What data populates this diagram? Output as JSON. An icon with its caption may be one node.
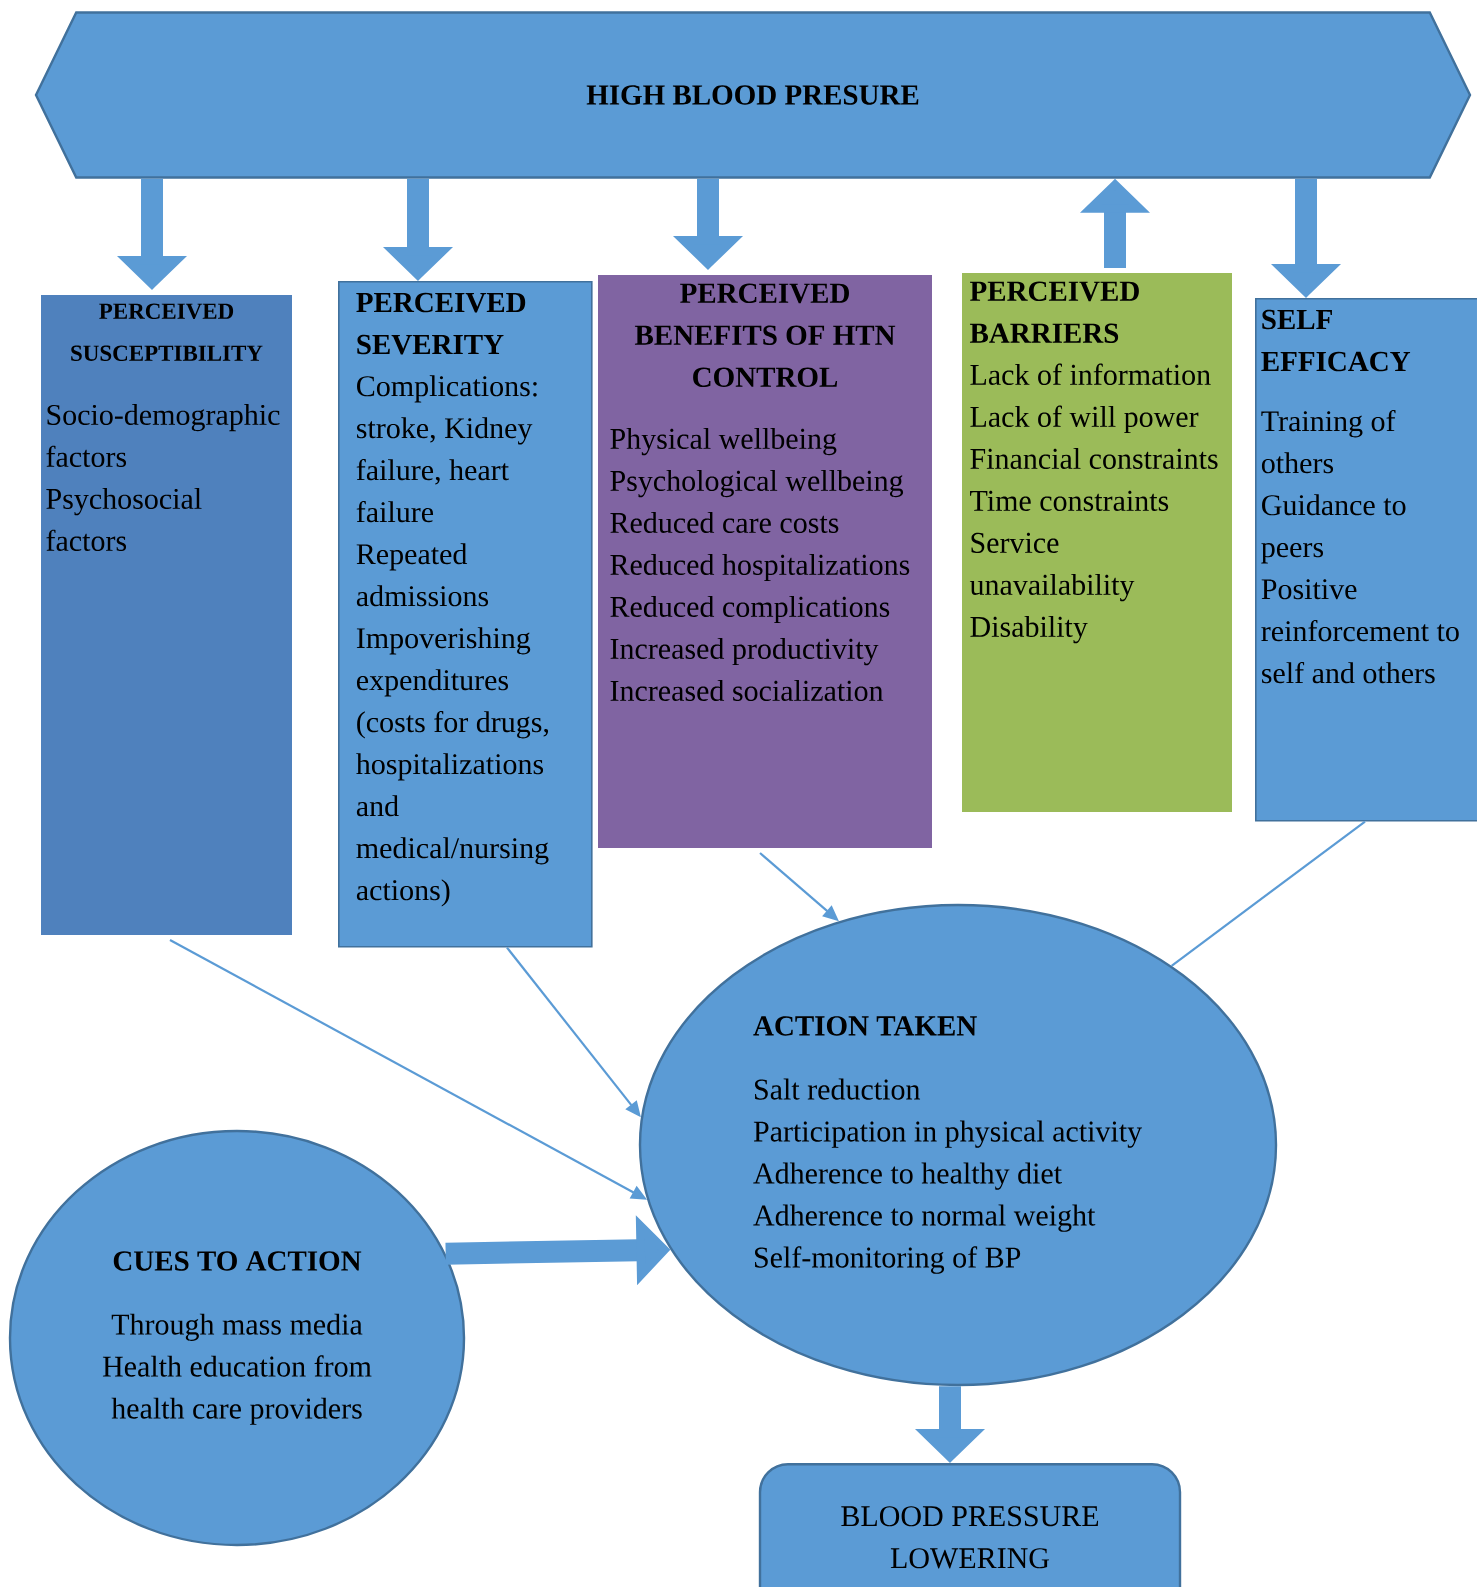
{
  "diagram": {
    "nodes": [
      {
        "text": [
          "HIGH BLOOD PRESURE"
        ]
      },
      {
        "text": [
          "PERCEIVED SUSCEPTIBILITY",
          "Socio-demographic factors",
          "Psychosocial factors"
        ]
      },
      {
        "text": [
          "PERCEIVED SEVERITY",
          "Complications: stroke, Kidney failure, heart failure",
          "Repeated admissions",
          "Impoverishing expenditures (costs for drugs, hospitalizations and medical/nursing actions)"
        ]
      },
      {
        "text": [
          "PERCEIVED BENEFITS OF HTN CONTROL",
          "Physical wellbeing",
          "Psychological wellbeing",
          "Reduced care costs",
          "Reduced hospitalizations",
          "Reduced complications",
          "Increased productivity",
          "Increased socialization"
        ]
      },
      {
        "text": [
          "PERCEIVED BARRIERS",
          "Lack of information",
          "Lack of will power",
          "Financial constraints",
          "Time constraints",
          "Service unavailability",
          "Disability"
        ]
      },
      {
        "text": [
          "SELF EFFICACY",
          "Training of others",
          "Guidance to peers",
          "Positive reinforcement to self and others"
        ]
      },
      {
        "text": [
          "ACTION TAKEN",
          "Salt reduction",
          "Participation in physical activity",
          "Adherence to healthy diet",
          "Adherence to normal weight",
          "Self-monitoring of BP"
        ]
      },
      {
        "text": [
          "CUES TO ACTION",
          "Through mass media",
          "Health education from health care providers"
        ]
      },
      {
        "text": [
          "BLOOD PRESSURE LOWERING"
        ]
      }
    ],
    "edges": [
      {
        "from": 0,
        "to": 1,
        "arrow": "to"
      },
      {
        "from": 0,
        "to": 2,
        "arrow": "to"
      },
      {
        "from": 0,
        "to": 3,
        "arrow": "to"
      },
      {
        "from": 4,
        "to": 0,
        "arrow": "to"
      },
      {
        "from": 0,
        "to": 5,
        "arrow": "to"
      },
      {
        "from": 3,
        "to": 6,
        "arrow": "to"
      },
      {
        "from": 1,
        "to": 6,
        "arrow": "to"
      },
      {
        "from": 2,
        "to": 6,
        "arrow": "to"
      },
      {
        "from": 5,
        "to": 6,
        "arrow": "none"
      },
      {
        "from": 7,
        "to": 6,
        "arrow": "to"
      },
      {
        "from": 6,
        "to": 8,
        "arrow": "to"
      }
    ]
  }
}
